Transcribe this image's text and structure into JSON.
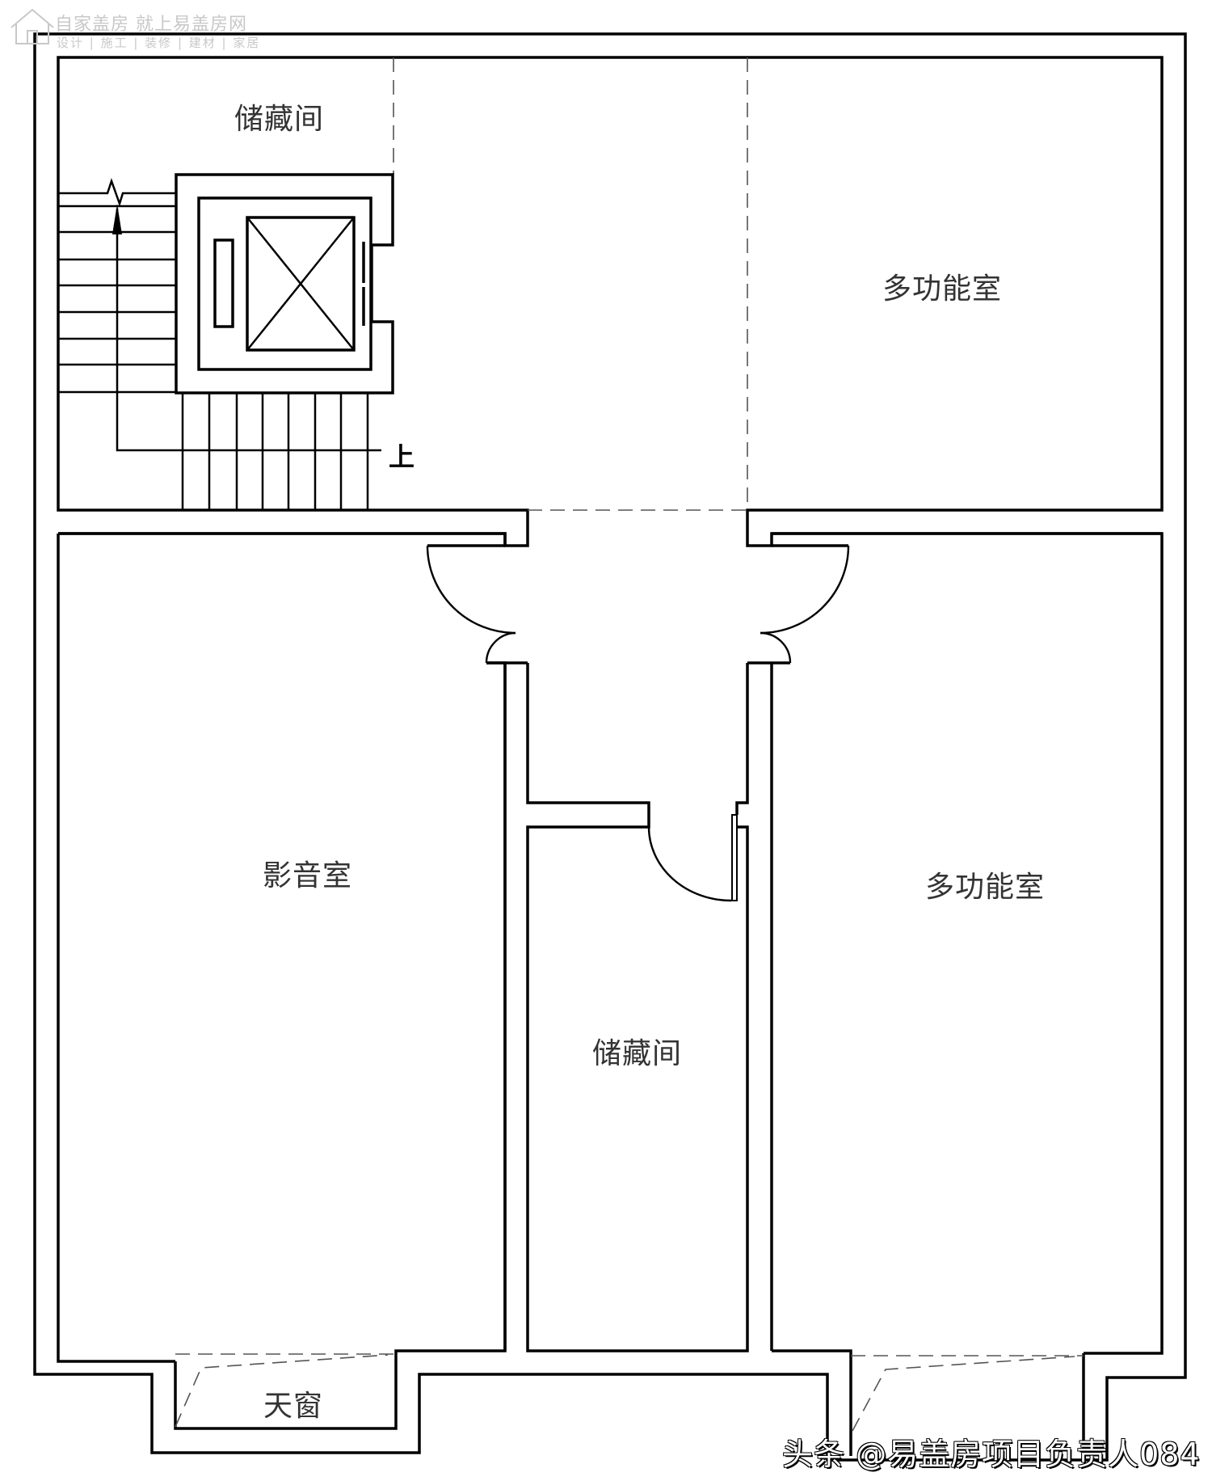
{
  "watermark_top": {
    "line1": "自家盖房 就上易盖房网",
    "line2": "设计 | 施工 | 装修 | 建材 | 家居",
    "icon": "house-icon"
  },
  "watermark_bottom": {
    "text": "头条 @易盖房项目负责人084"
  },
  "rooms": {
    "storage_top": {
      "label": "储藏间"
    },
    "multi_top": {
      "label": "多功能室"
    },
    "theater": {
      "label": "影音室"
    },
    "storage_bottom": {
      "label": "储藏间"
    },
    "multi_bottom": {
      "label": "多功能室"
    },
    "skylight": {
      "label": "天窗"
    }
  },
  "stair": {
    "direction_label": "上",
    "icons": [
      "stair-arrow-icon",
      "break-line-icon"
    ]
  },
  "elevator": {
    "icon": "elevator-car-icon"
  },
  "colors": {
    "wall": "#000000",
    "dashed": "#555555",
    "label": "#333333",
    "watermark": "#c8c8c8"
  }
}
